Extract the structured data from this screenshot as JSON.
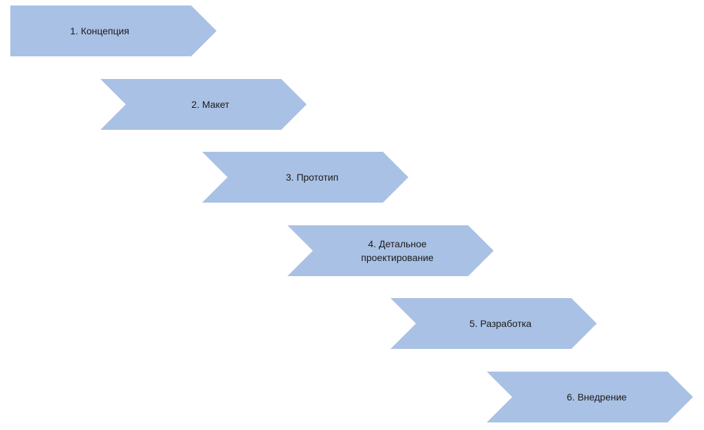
{
  "diagram": {
    "color": "#a9c1e4",
    "stages": [
      {
        "label": "1. Концепция"
      },
      {
        "label": "2. Макет"
      },
      {
        "label": "3. Прототип"
      },
      {
        "label": "4. Детальное проектирование"
      },
      {
        "label": "5. Разработка"
      },
      {
        "label": "6. Внедрение"
      }
    ]
  }
}
